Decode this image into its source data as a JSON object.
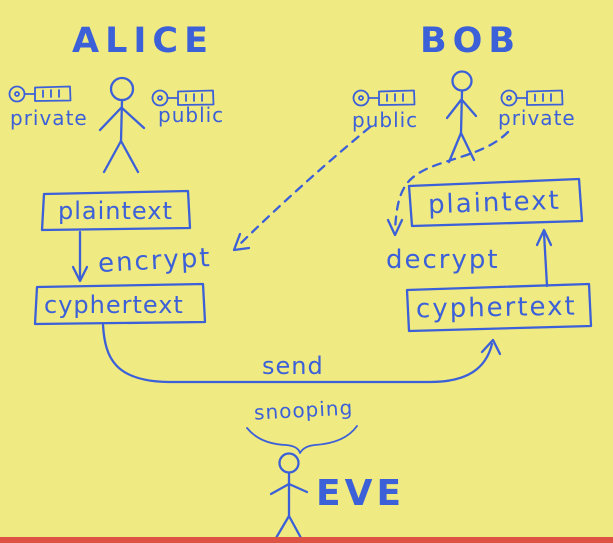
{
  "diagram": {
    "alice": {
      "title": "ALICE",
      "left_key_label": "private",
      "right_key_label": "public",
      "plaintext_box": "plaintext",
      "encrypt_label": "encrypt",
      "cyphertext_box": "cyphertext"
    },
    "bob": {
      "title": "BOB",
      "left_key_label": "public",
      "right_key_label": "private",
      "plaintext_box": "plaintext",
      "decrypt_label": "decrypt",
      "cyphertext_box": "cyphertext"
    },
    "transfer": {
      "send_label": "send",
      "snooping_label": "snooping"
    },
    "eve": {
      "title": "EVE"
    }
  },
  "colors": {
    "background": "#f0ea82",
    "ink": "#3c60d8",
    "bottom_strip": "#dd5243"
  }
}
